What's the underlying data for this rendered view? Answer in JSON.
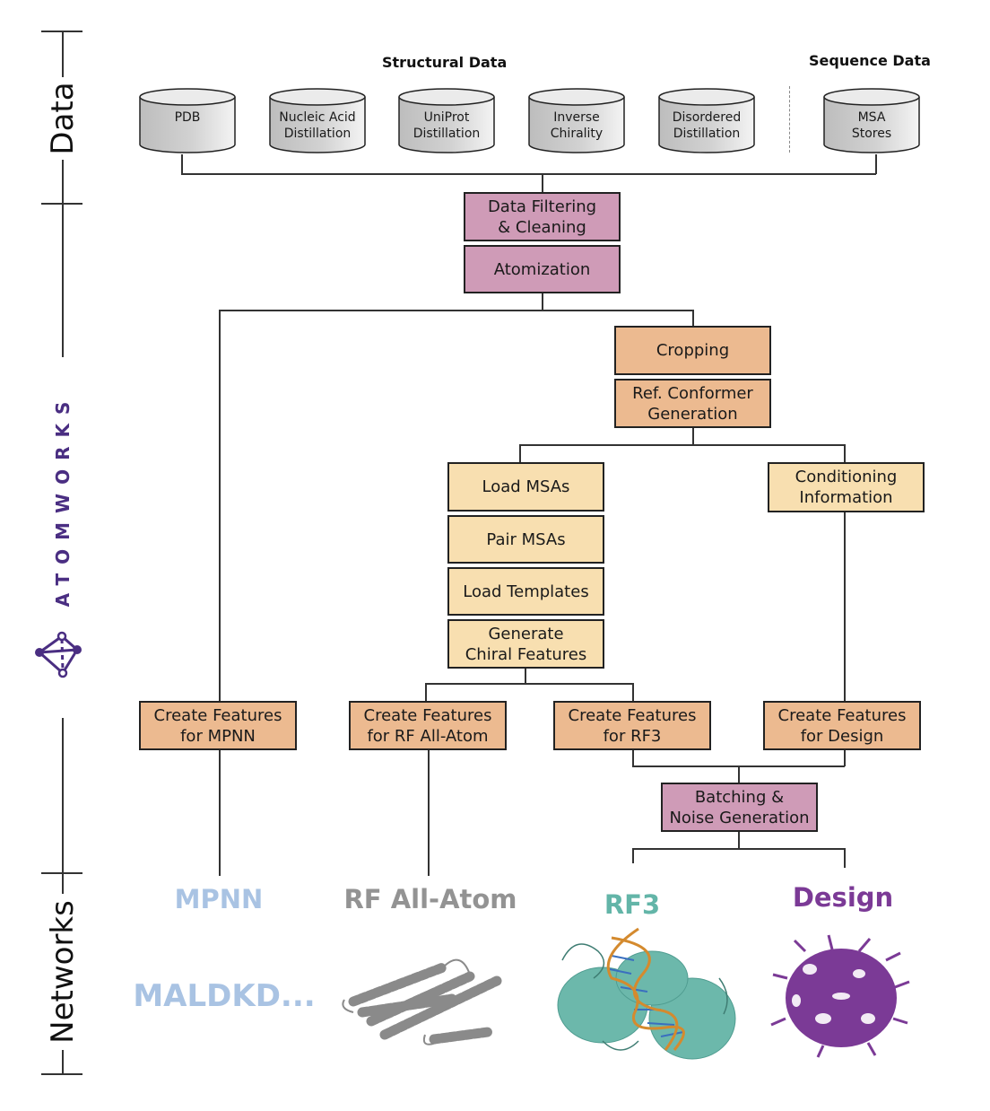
{
  "sections": {
    "data": "Data",
    "networks": "Networks",
    "brand": "ATOMWORKS"
  },
  "headers": {
    "structural": "Structural Data",
    "sequence": "Sequence Data"
  },
  "sources": [
    {
      "label": "PDB"
    },
    {
      "label": "Nucleic Acid\nDistillation"
    },
    {
      "label": "UniProt\nDistillation"
    },
    {
      "label": "Inverse\nChirality"
    },
    {
      "label": "Disordered\nDistillation"
    },
    {
      "label": "MSA\nStores"
    }
  ],
  "steps": {
    "filtering": "Data Filtering\n& Cleaning",
    "atomization": "Atomization",
    "cropping": "Cropping",
    "conformer": "Ref. Conformer\nGeneration",
    "load_msas": "Load MSAs",
    "pair_msas": "Pair MSAs",
    "load_templates": "Load Templates",
    "chiral": "Generate\nChiral Features",
    "conditioning": "Conditioning\nInformation",
    "feat_mpnn": "Create Features\nfor MPNN",
    "feat_rfaa": "Create Features\nfor RF All-Atom",
    "feat_rf3": "Create Features\nfor RF3",
    "feat_design": "Create Features\nfor Design",
    "batching": "Batching &\nNoise Generation"
  },
  "networks": [
    {
      "name": "MPNN",
      "color": "#a9c3e3",
      "output": "MALDKD..."
    },
    {
      "name": "RF All-Atom",
      "color": "#939393"
    },
    {
      "name": "RF3",
      "color": "#63b5a8"
    },
    {
      "name": "Design",
      "color": "#7b3a96"
    }
  ],
  "colors": {
    "mauve": "#cf9bb7",
    "orange": "#ecba90",
    "cream": "#f8dfb0",
    "brand": "#4a2e82",
    "dna": "#d48a2e"
  }
}
